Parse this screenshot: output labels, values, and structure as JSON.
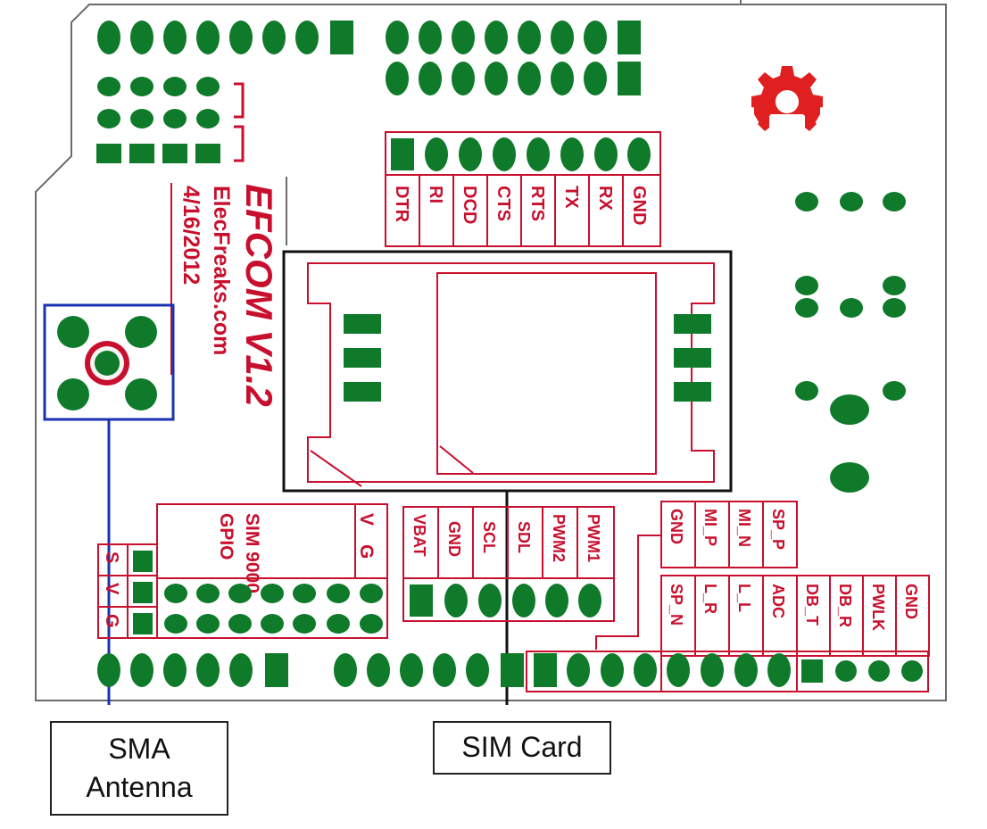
{
  "colors": {
    "pad": "#0e7a2a",
    "silk": "#c8102e",
    "outline": "#6b6b6b",
    "antenna": "#1a33b3",
    "sim": "#111111"
  },
  "icons": {
    "logo": "gear-icon"
  },
  "board": {
    "brand": "ElecFreaks.com",
    "date": "4/16/2012",
    "logo_text": "EFCOM V1.2",
    "modem": "SIM 9000",
    "gpio": "GPIO",
    "vg_pins": [
      "V",
      "G"
    ],
    "svg_pins": [
      "S",
      "V",
      "G"
    ],
    "uart_pins": [
      "DTR",
      "RI",
      "DCD",
      "CTS",
      "RTS",
      "TX",
      "RX",
      "GND"
    ],
    "power_pins": [
      "VBAT",
      "GND",
      "SCL",
      "SDL",
      "PWM2",
      "PWM1"
    ],
    "mic_pins": [
      "GND",
      "MI_P",
      "MI_N",
      "SP_P"
    ],
    "audio_pins": [
      "SP_N",
      "L_R",
      "L_L",
      "ADC"
    ],
    "dbg_pins": [
      "DB_T",
      "DB_R",
      "PWLK",
      "GND"
    ]
  },
  "callouts": {
    "sma_line1": "SMA",
    "sma_line2": "Antenna",
    "sim": "SIM Card"
  }
}
